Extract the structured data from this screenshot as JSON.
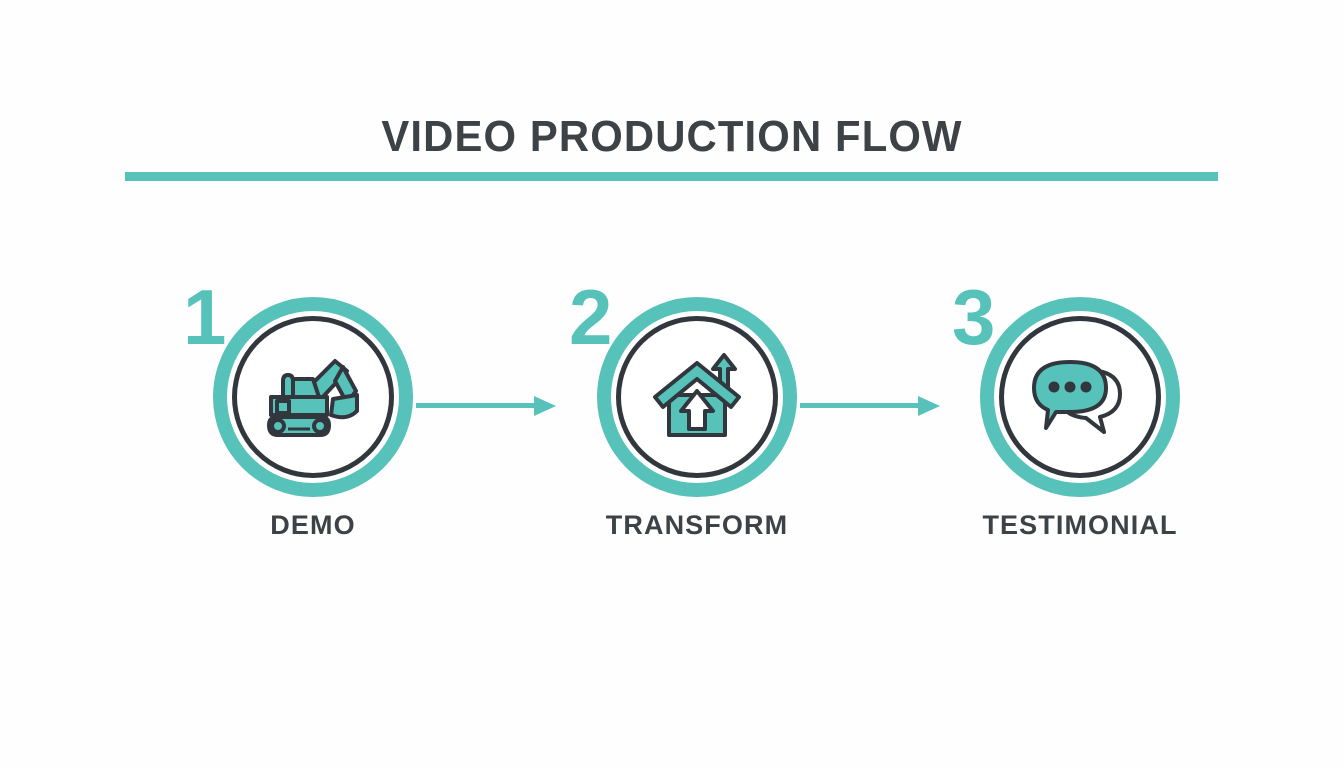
{
  "header": {
    "title": "VIDEO PRODUCTION FLOW",
    "rule_color": "#56c2ba"
  },
  "theme": {
    "teal": "#56c2ba",
    "dark": "#32373d",
    "text_dark": "#3d4247",
    "background": "#ffffff"
  },
  "steps": [
    {
      "number": "1",
      "label": "DEMO",
      "icon": "excavator-icon"
    },
    {
      "number": "2",
      "label": "TRANSFORM",
      "icon": "house-up-arrow-icon"
    },
    {
      "number": "3",
      "label": "TESTIMONIAL",
      "icon": "speech-bubbles-icon"
    }
  ],
  "connectors": [
    {
      "name": "arrow-right-icon"
    },
    {
      "name": "arrow-right-icon"
    }
  ]
}
